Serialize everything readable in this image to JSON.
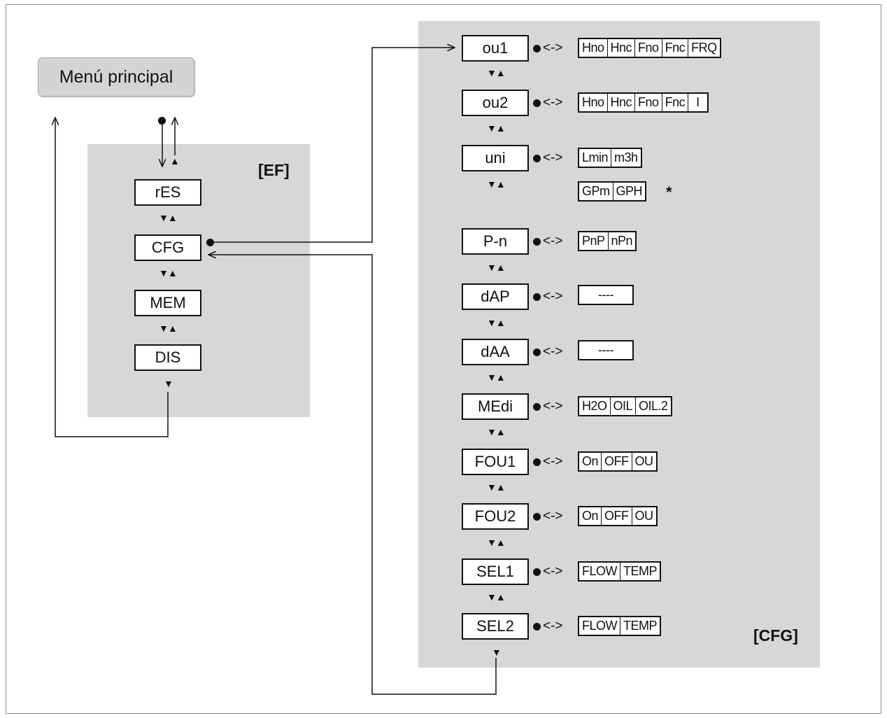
{
  "main_menu_label": "Menú principal",
  "ef_label": "[EF]",
  "cfg_label": "[CFG]",
  "ef_items": [
    "rES",
    "CFG",
    "MEM",
    "DIS"
  ],
  "cfg_params": [
    {
      "name": "ou1",
      "options": [
        "Hno",
        "Hnc",
        "Fno",
        "Fnc",
        "FRQ"
      ]
    },
    {
      "name": "ou2",
      "options": [
        "Hno",
        "Hnc",
        "Fno",
        "Fnc",
        "I"
      ]
    },
    {
      "name": "uni",
      "options": [
        "Lmin",
        "m3h"
      ],
      "extra_options": [
        "GPm",
        "GPH"
      ],
      "extra_note": "*"
    },
    {
      "name": "P-n",
      "options": [
        "PnP",
        "nPn"
      ]
    },
    {
      "name": "dAP",
      "options": [
        "----"
      ]
    },
    {
      "name": "dAA",
      "options": [
        "----"
      ]
    },
    {
      "name": "MEdi",
      "options": [
        "H2O",
        "OIL",
        "OIL.2"
      ]
    },
    {
      "name": "FOU1",
      "options": [
        "On",
        "OFF",
        "OU"
      ]
    },
    {
      "name": "FOU2",
      "options": [
        "On",
        "OFF",
        "OU"
      ]
    },
    {
      "name": "SEL1",
      "options": [
        "FLOW",
        "TEMP"
      ]
    },
    {
      "name": "SEL2",
      "options": [
        "FLOW",
        "TEMP"
      ]
    }
  ],
  "symbols": {
    "updown": "▼▲",
    "down": "▼",
    "up": "▲",
    "both_arrow": "<->"
  }
}
